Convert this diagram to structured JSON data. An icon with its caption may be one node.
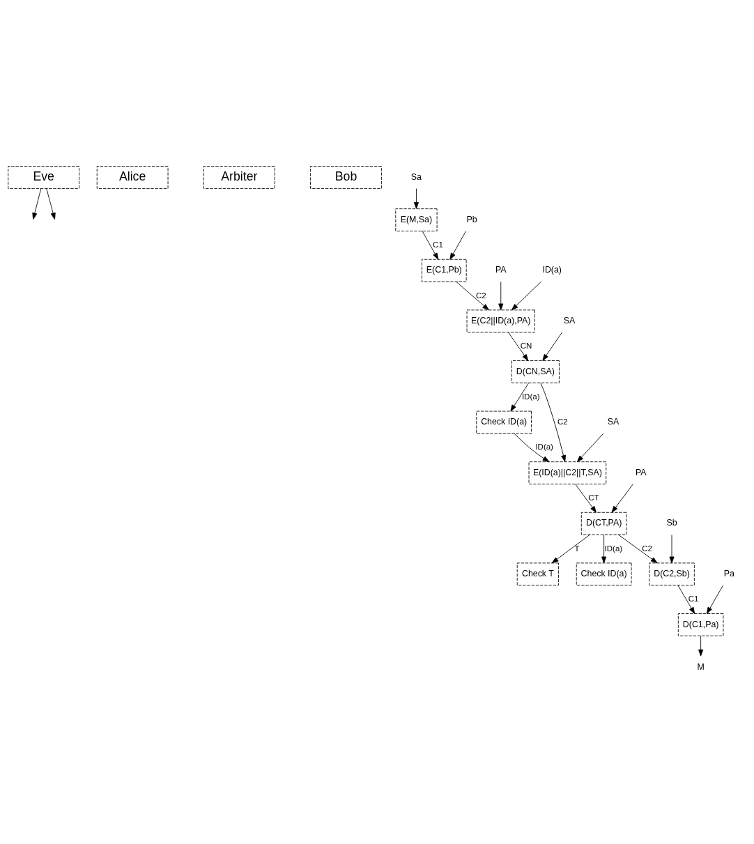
{
  "diagram": {
    "nodes": [
      {
        "text": [
          "Eve"
        ]
      },
      {
        "text": [
          "Alice"
        ]
      },
      {
        "text": [
          "Arbiter"
        ]
      },
      {
        "text": [
          "Bob"
        ]
      },
      {
        "text": [
          "Sa"
        ]
      },
      {
        "text": [
          "E(M,Sa)"
        ]
      },
      {
        "text": [
          "Pb"
        ]
      },
      {
        "text": [
          "E(C1,Pb)"
        ]
      },
      {
        "text": [
          "PA"
        ]
      },
      {
        "text": [
          "E(C2||ID(a),PA)"
        ]
      },
      {
        "text": [
          "ID(a)"
        ]
      },
      {
        "text": [
          "SA"
        ]
      },
      {
        "text": [
          "D(CN,SA)"
        ]
      },
      {
        "text": [
          "Check ID(a)"
        ]
      },
      {
        "text": [
          "E(ID(a)||C2||T,SA)"
        ]
      },
      {
        "text": [
          "SA"
        ]
      },
      {
        "text": [
          "PA"
        ]
      },
      {
        "text": [
          "D(CT,PA)"
        ]
      },
      {
        "text": [
          "Check T"
        ]
      },
      {
        "text": [
          "Check ID(a)"
        ]
      },
      {
        "text": [
          "Sb"
        ]
      },
      {
        "text": [
          "D(C2,Sb)"
        ]
      },
      {
        "text": [
          "Pa"
        ]
      },
      {
        "text": [
          "D(C1,Pa)"
        ]
      },
      {
        "text": [
          "M"
        ]
      }
    ],
    "edges": [
      {
        "from": 0,
        "to": null,
        "arrow": "to"
      },
      {
        "from": 0,
        "to": null,
        "arrow": "to"
      },
      {
        "from": 4,
        "to": 5,
        "arrow": "to"
      },
      {
        "from": 5,
        "to": 7,
        "arrow": "to",
        "label": "C1"
      },
      {
        "from": 6,
        "to": 7,
        "arrow": "to"
      },
      {
        "from": 7,
        "to": 9,
        "arrow": "to",
        "label": "C2"
      },
      {
        "from": 8,
        "to": 9,
        "arrow": "to"
      },
      {
        "from": 10,
        "to": 9,
        "arrow": "to"
      },
      {
        "from": 9,
        "to": 12,
        "arrow": "to",
        "label": "CN"
      },
      {
        "from": 11,
        "to": 12,
        "arrow": "to"
      },
      {
        "from": 12,
        "to": 13,
        "arrow": "to",
        "label": "ID(a)"
      },
      {
        "from": 13,
        "to": 14,
        "arrow": "to",
        "label": "ID(a)"
      },
      {
        "from": 12,
        "to": 14,
        "arrow": "to",
        "label": "C2"
      },
      {
        "from": 15,
        "to": 14,
        "arrow": "to"
      },
      {
        "from": 14,
        "to": 17,
        "arrow": "to",
        "label": "CT"
      },
      {
        "from": 16,
        "to": 17,
        "arrow": "to"
      },
      {
        "from": 17,
        "to": 18,
        "arrow": "to",
        "label": "T"
      },
      {
        "from": 17,
        "to": 19,
        "arrow": "to",
        "label": "ID(a)"
      },
      {
        "from": 17,
        "to": 21,
        "arrow": "to",
        "label": "C2"
      },
      {
        "from": 20,
        "to": 21,
        "arrow": "to"
      },
      {
        "from": 21,
        "to": 23,
        "arrow": "to",
        "label": "C1"
      },
      {
        "from": 22,
        "to": 23,
        "arrow": "to"
      },
      {
        "from": 23,
        "to": 24,
        "arrow": "to"
      }
    ]
  }
}
